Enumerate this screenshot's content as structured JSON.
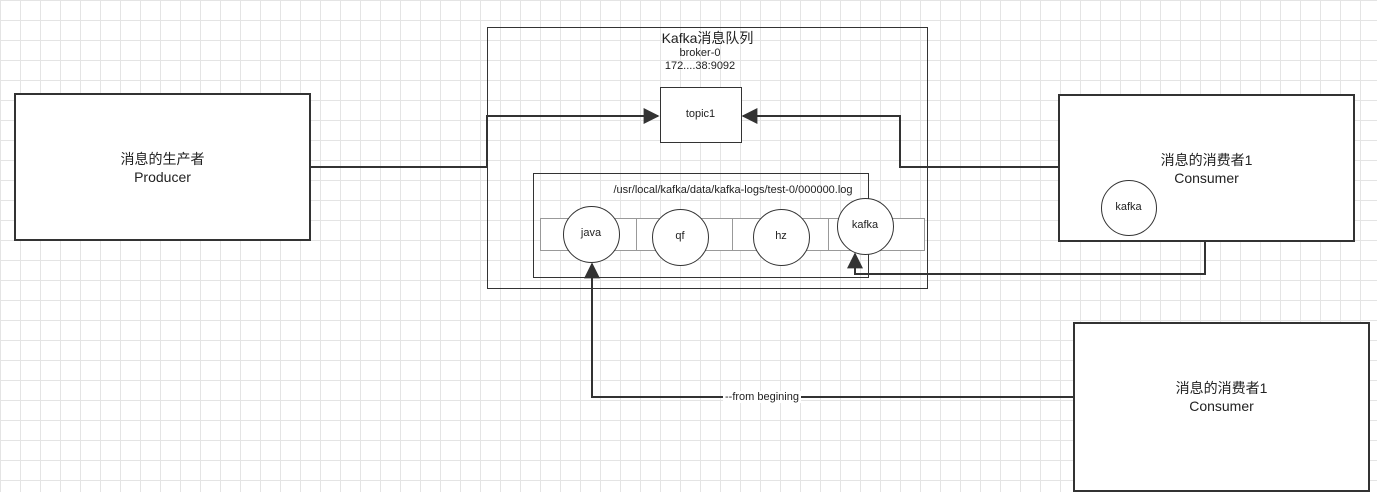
{
  "kafka": {
    "title": "Kafka消息队列",
    "broker_name": "broker-0",
    "broker_addr": "172....38:9092",
    "topic": "topic1",
    "log_path": "/usr/local/kafka/data/kafka-logs/test-0/000000.log",
    "messages": [
      "java",
      "qf",
      "hz",
      "kafka"
    ]
  },
  "producer": {
    "line1": "消息的生产者",
    "line2": "Producer"
  },
  "consumer1": {
    "line1": "消息的消费者1",
    "line2": "Consumer",
    "badge": "kafka"
  },
  "consumer2": {
    "line1": "消息的消费者1",
    "line2": "Consumer"
  },
  "edge_label": "--from begining",
  "colors": {
    "stroke": "#333333",
    "grid": "#e4e4e4",
    "background": "#ffffff"
  }
}
